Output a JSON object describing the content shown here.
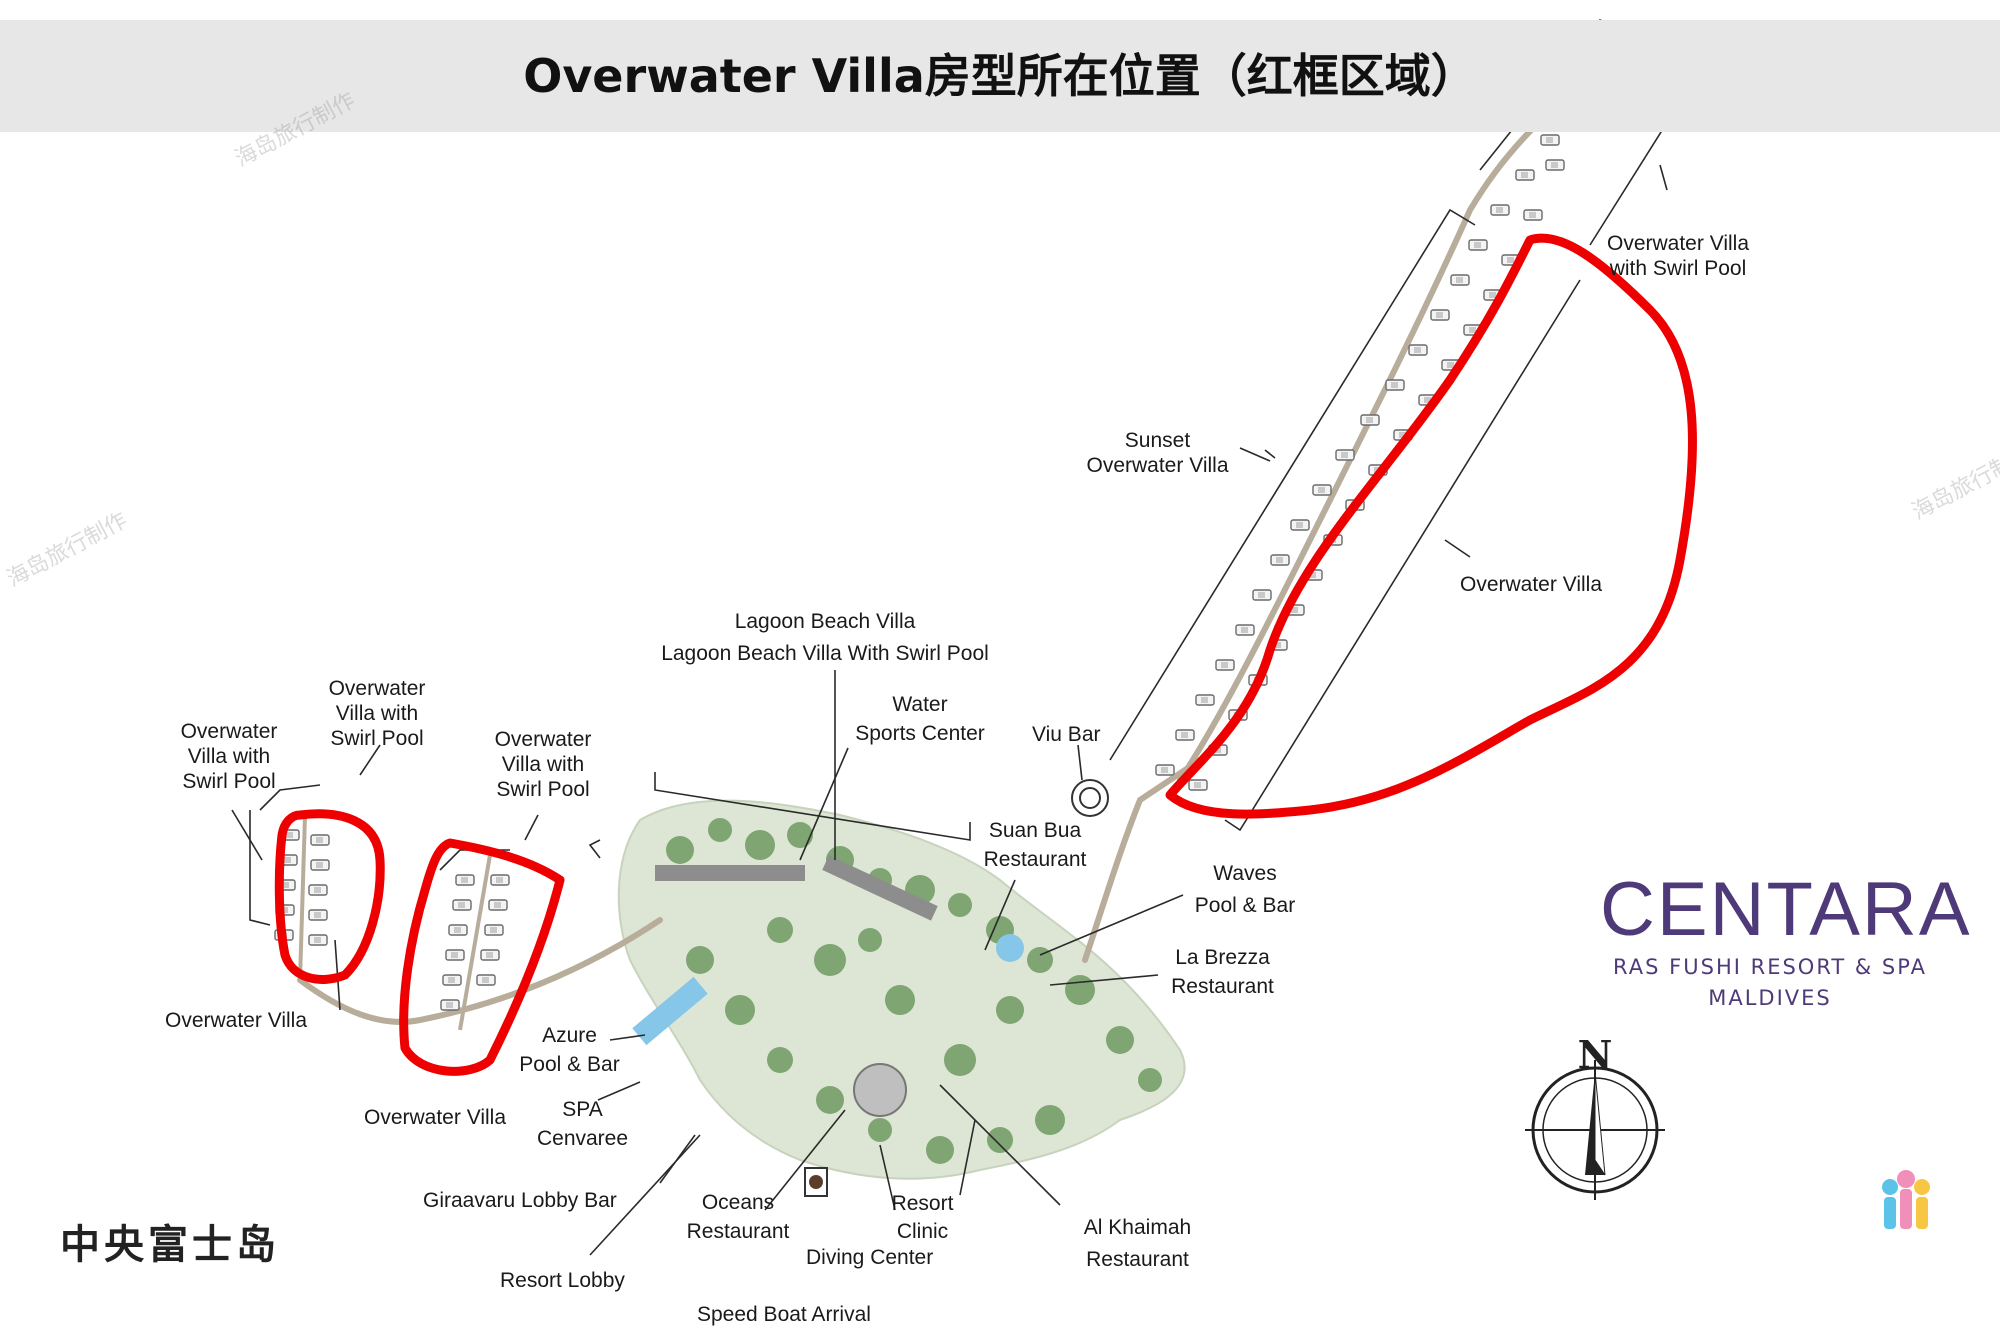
{
  "title": "Overwater Villa房型所在位置（红框区域）",
  "island_name": "中央富士岛",
  "watermark": "海岛旅行制作",
  "brand": {
    "name": "CENTARA",
    "line1": "RAS FUSHI RESORT & SPA",
    "line2": "MALDIVES",
    "color": "#4e3a78"
  },
  "compass_letter": "N",
  "highlight_color": "#ee0000",
  "labels": {
    "ov_swirl_far_left": [
      "Overwater",
      "Villa with",
      "Swirl Pool"
    ],
    "ov_swirl_left_top": [
      "Overwater",
      "Villa with",
      "Swirl Pool"
    ],
    "ov_swirl_mid": [
      "Overwater",
      "Villa with",
      "Swirl Pool"
    ],
    "ov_villa_left": "Overwater Villa",
    "ov_villa_mid": "Overwater Villa",
    "lagoon_1": "Lagoon Beach Villa",
    "lagoon_2": "Lagoon Beach Villa With Swirl Pool",
    "water_sports": [
      "Water",
      "Sports Center"
    ],
    "viu_bar": "Viu Bar",
    "suan_bua": [
      "Suan Bua",
      "Restaurant"
    ],
    "waves": [
      "Waves",
      "Pool & Bar"
    ],
    "la_brezza": [
      "La Brezza",
      "Restaurant"
    ],
    "azure": [
      "Azure",
      "Pool & Bar"
    ],
    "spa": [
      "SPA",
      "Cenvaree"
    ],
    "giraavaru": "Giraavaru Lobby Bar",
    "oceans": [
      "Oceans",
      "Restaurant"
    ],
    "clinic": [
      "Resort",
      "Clinic"
    ],
    "diving": "Diving Center",
    "al_khaimah": [
      "Al Khaimah",
      "Restaurant"
    ],
    "resort_lobby": "Resort Lobby",
    "speed_boat": "Speed Boat Arrival",
    "sunset": [
      "Sunset",
      "Overwater Villa"
    ],
    "ov_villa_right": "Overwater Villa",
    "ov_swirl_right": [
      "Overwater Villa",
      "with Swirl Pool"
    ]
  }
}
